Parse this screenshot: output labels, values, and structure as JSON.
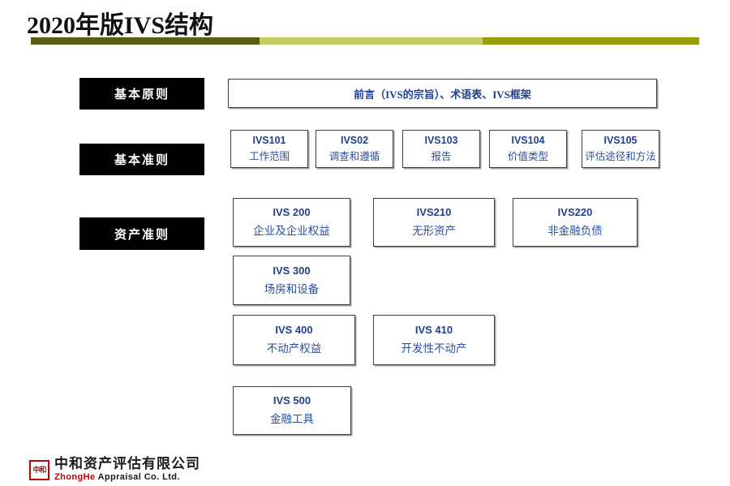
{
  "slide": {
    "title": "2020年版IVS结构",
    "rule_colors": [
      "#5d5c13",
      "#c8cc67",
      "#9a9e06"
    ]
  },
  "categories": [
    {
      "label": "基本原则"
    },
    {
      "label": "基本准则"
    },
    {
      "label": "资产准则"
    }
  ],
  "preface": {
    "text": "前言（IVS的宗旨）、术语表、IVS框架"
  },
  "general_standards": [
    {
      "code": "IVS101",
      "name": "工作范围"
    },
    {
      "code": "IVS02",
      "name": "调查和遵循"
    },
    {
      "code": "IVS103",
      "name": "报告"
    },
    {
      "code": "IVS104",
      "name": "价值类型"
    },
    {
      "code": "IVS105",
      "name": "评估途径和方法"
    }
  ],
  "asset_standards_row1": [
    {
      "code": "IVS 200",
      "name": "企业及企业权益"
    },
    {
      "code": "IVS210",
      "name": "无形资产"
    },
    {
      "code": "IVS220",
      "name": "非金融负债"
    }
  ],
  "asset_standards_row2": [
    {
      "code": "IVS 300",
      "name": "场房和设备"
    }
  ],
  "asset_standards_row3": [
    {
      "code": "IVS 400",
      "name": "不动产权益"
    },
    {
      "code": "IVS 410",
      "name": "开发性不动产"
    }
  ],
  "asset_standards_row4": [
    {
      "code": "IVS 500",
      "name": "金融工具"
    }
  ],
  "footer": {
    "logo_mark": "中和",
    "company_cn": "中和资产评估有限公司",
    "company_en_brand": "ZhongHe",
    "company_en_rest": " Appraisal Co. Ltd."
  }
}
